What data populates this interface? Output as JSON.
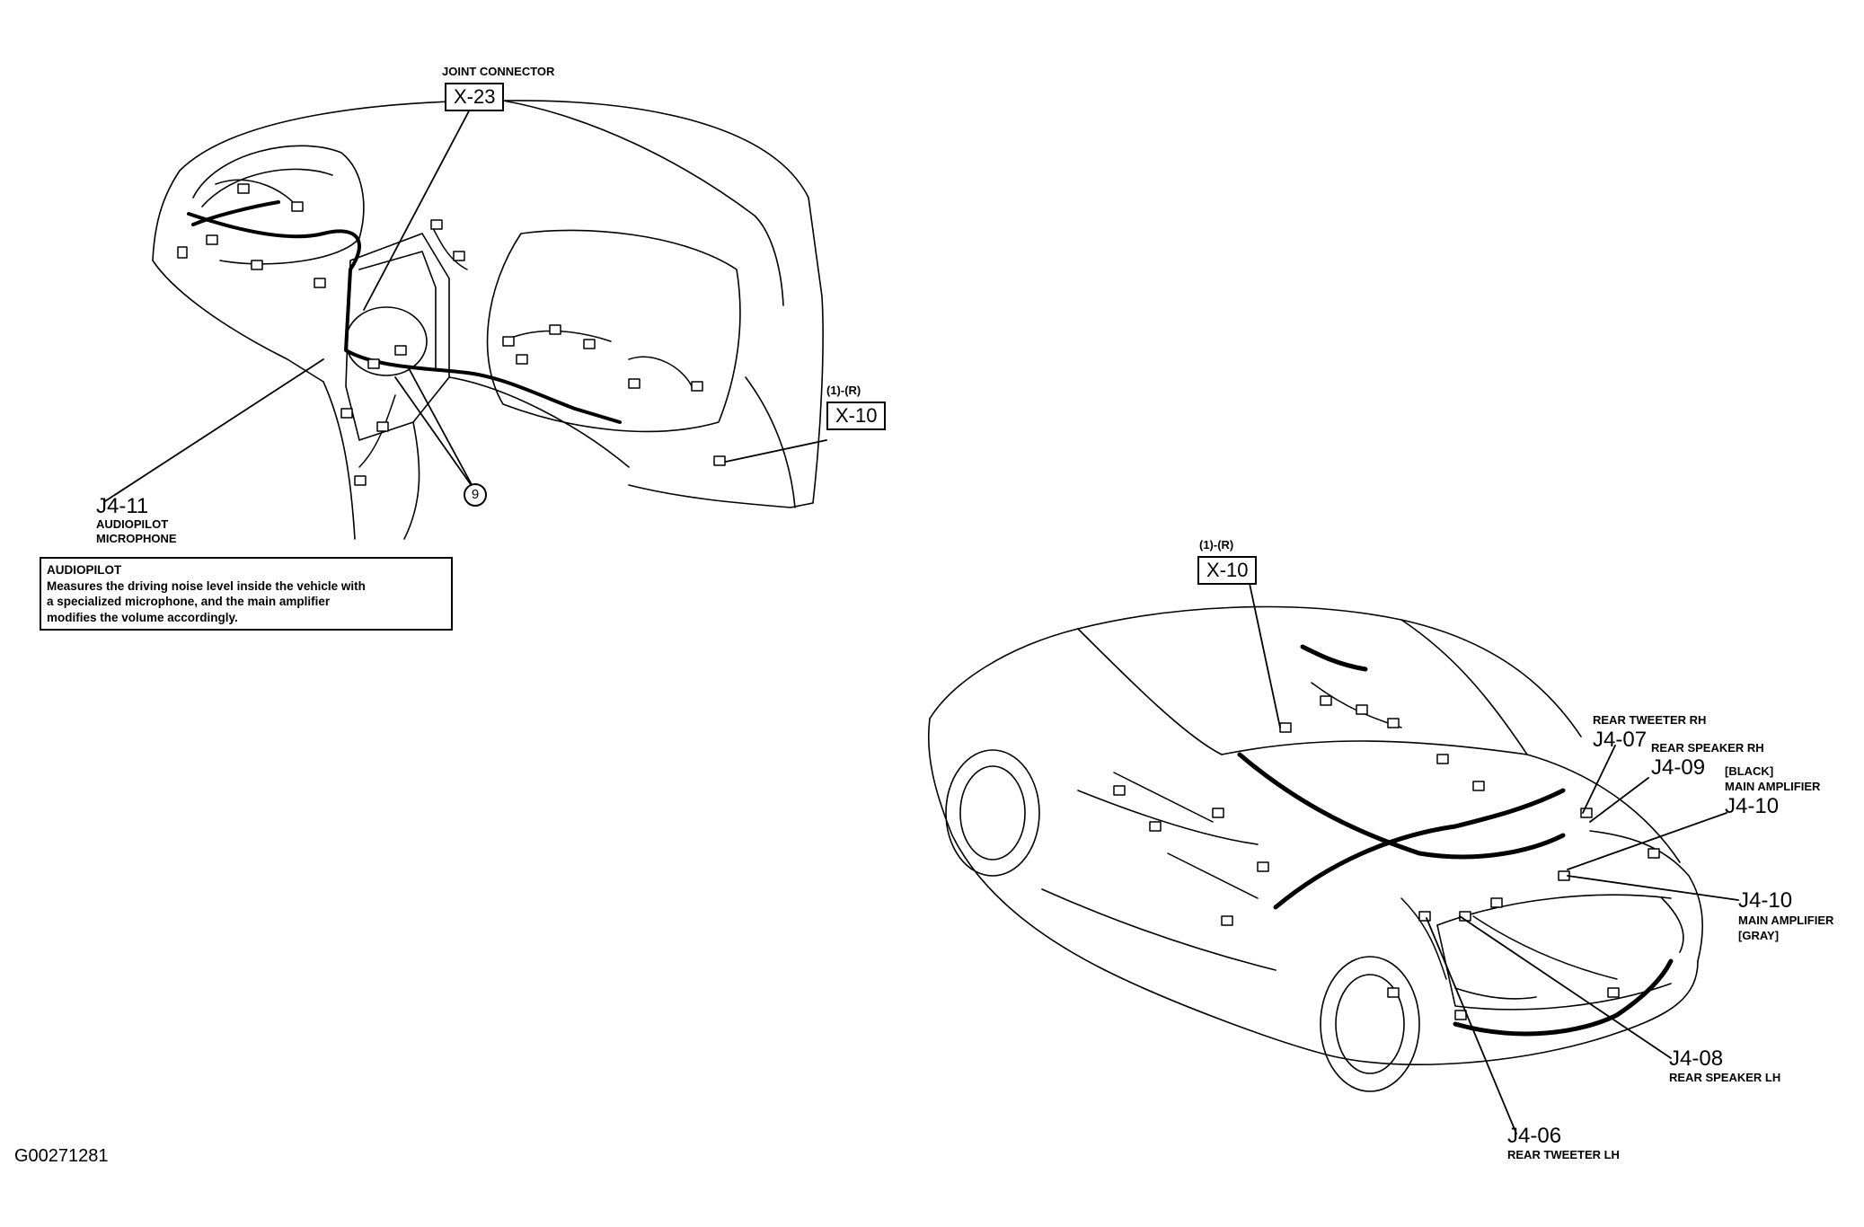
{
  "dashboard": {
    "joint_connector": "JOINT CONNECTOR",
    "x23": "X-23",
    "x10_sub": "(1)-(R)",
    "x10": "X-10",
    "callout": "9",
    "j4_11": "J4-11",
    "j4_11_desc1": "AUDIOPILOT",
    "j4_11_desc2": "MICROPHONE"
  },
  "note": {
    "title": "AUDIOPILOT",
    "lines": [
      "Measures the driving noise level inside the vehicle with",
      "a specialized microphone, and the main amplifier",
      "modifies the volume accordingly."
    ]
  },
  "vehicle": {
    "x10_sub": "(1)-(R)",
    "x10": "X-10",
    "rear_tweeter_rh": "REAR TWEETER RH",
    "j4_07": "J4-07",
    "rear_speaker_rh": "REAR SPEAKER RH",
    "j4_09": "J4-09",
    "black": "[BLACK]",
    "main_amp_1": "MAIN AMPLIFIER",
    "j4_10a": "J4-10",
    "j4_10b": "J4-10",
    "main_amp_2": "MAIN AMPLIFIER",
    "gray": "[GRAY]",
    "j4_08": "J4-08",
    "rear_speaker_lh": "REAR SPEAKER LH",
    "j4_06": "J4-06",
    "rear_tweeter_lh": "REAR TWEETER LH"
  },
  "figure_id": "G00271281"
}
